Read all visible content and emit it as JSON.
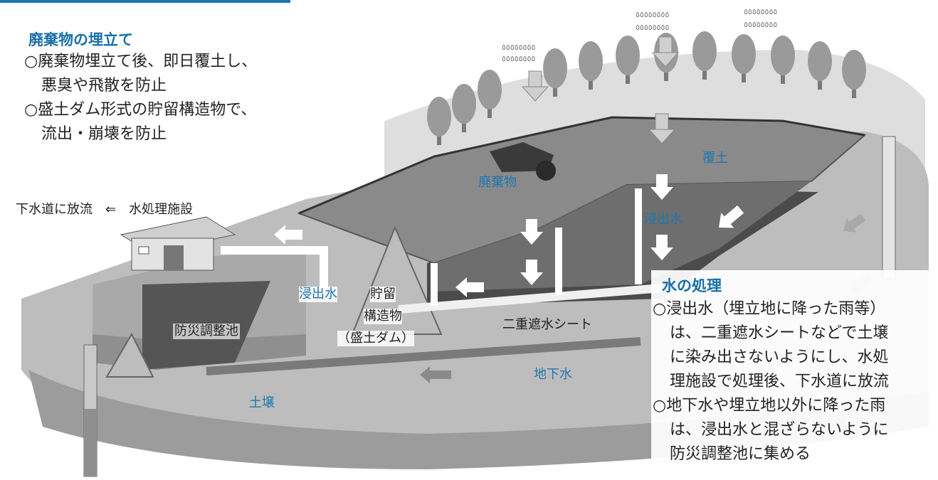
{
  "left_panel": {
    "title": "廃棄物の埋立て",
    "lines": [
      {
        "text": "○廃棄物埋立て後、即日覆土し、",
        "indent": false
      },
      {
        "text": "悪臭や飛散を防止",
        "indent": true
      },
      {
        "text": "○盛土ダム形式の貯留構造物で、",
        "indent": false
      },
      {
        "text": "流出・崩壊を防止",
        "indent": true
      }
    ]
  },
  "right_panel": {
    "title": "水の処理",
    "lines": [
      {
        "text": "○浸出水（埋立地に降った雨等）",
        "indent": false
      },
      {
        "text": "は、二重遮水シートなどで土壌",
        "indent": true
      },
      {
        "text": "に染み出さないようにし、水処",
        "indent": true
      },
      {
        "text": "理施設で処理後、下水道に放流",
        "indent": true
      },
      {
        "text": "○地下水や埋立地以外に降った雨",
        "indent": false
      },
      {
        "text": "は、浸出水と混ざらないように",
        "indent": true
      },
      {
        "text": "防災調整池に集める",
        "indent": true
      }
    ]
  },
  "labels": {
    "discharge": "下水道に放流　⇐　水処理施設",
    "waste": "廃棄物",
    "cover_soil": "覆土",
    "leachate_upper": "浸出水",
    "leachate_lower": "浸出水",
    "storage_1": "貯留",
    "storage_2": "構造物",
    "storage_3": "（盛土ダム）",
    "double_sheet": "二重遮水シート",
    "disaster_pond": "防災調整池",
    "groundwater": "地下水",
    "soil": "土壌"
  },
  "colors": {
    "accent": "#1a7ab0",
    "label_blue": "#1f77b0",
    "title_blue": "#1a6fa8"
  }
}
